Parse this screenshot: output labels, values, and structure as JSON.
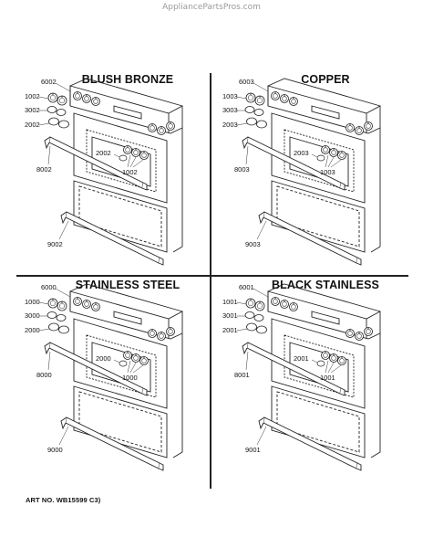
{
  "header": {
    "watermark": "AppliancePartsPros.com"
  },
  "footer": {
    "art_no": "ART NO. WB15599 C3)"
  },
  "variants": [
    {
      "title": "BLUSH BRONZE",
      "knob_top": "6002",
      "knob_left": "1002",
      "knob_ring": "3002",
      "knob_lower": "2002",
      "door_knob": "2002",
      "door_knobs": "1002",
      "handle_door": "8002",
      "handle_drawer": "9002"
    },
    {
      "title": "COPPER",
      "knob_top": "6003",
      "knob_left": "1003",
      "knob_ring": "3003",
      "knob_lower": "2003",
      "door_knob": "2003",
      "door_knobs": "1003",
      "handle_door": "8003",
      "handle_drawer": "9003"
    },
    {
      "title": "STAINLESS STEEL",
      "knob_top": "6000",
      "knob_left": "1000",
      "knob_ring": "3000",
      "knob_lower": "2000",
      "door_knob": "2000",
      "door_knobs": "1000",
      "handle_door": "8000",
      "handle_drawer": "9000"
    },
    {
      "title": "BLACK STAINLESS",
      "knob_top": "6001",
      "knob_left": "1001",
      "knob_ring": "3001",
      "knob_lower": "2001",
      "door_knob": "2001",
      "door_knobs": "1001",
      "handle_door": "8001",
      "handle_drawer": "9001"
    }
  ]
}
